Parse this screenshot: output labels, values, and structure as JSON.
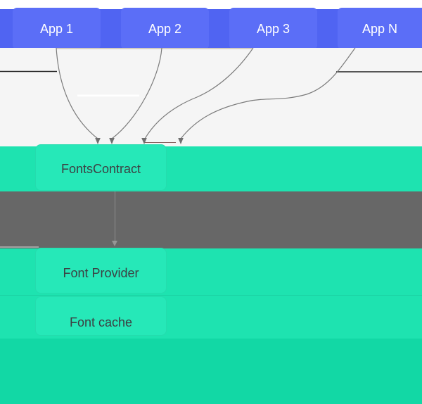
{
  "diagram": {
    "apps": [
      {
        "label": "App 1"
      },
      {
        "label": "App 2"
      },
      {
        "label": "App 3"
      },
      {
        "label": "App N"
      }
    ],
    "nodes": {
      "fonts_contract": {
        "label": "FontsContract"
      },
      "font_provider": {
        "label": "Font Provider"
      },
      "font_cache": {
        "label": "Font cache"
      }
    },
    "colors": {
      "app_bar_band": "#5064F2",
      "app_box": "#5B6EF7",
      "teal_band": "#1EE3B0",
      "teal_box": "#26E8B8",
      "gray_band": "#676767",
      "bottom_band": "#12D8A5",
      "arrow_gray": "#7B7B7B",
      "label_light": "#FFFFFF",
      "label_dark": "#3C4043"
    }
  }
}
